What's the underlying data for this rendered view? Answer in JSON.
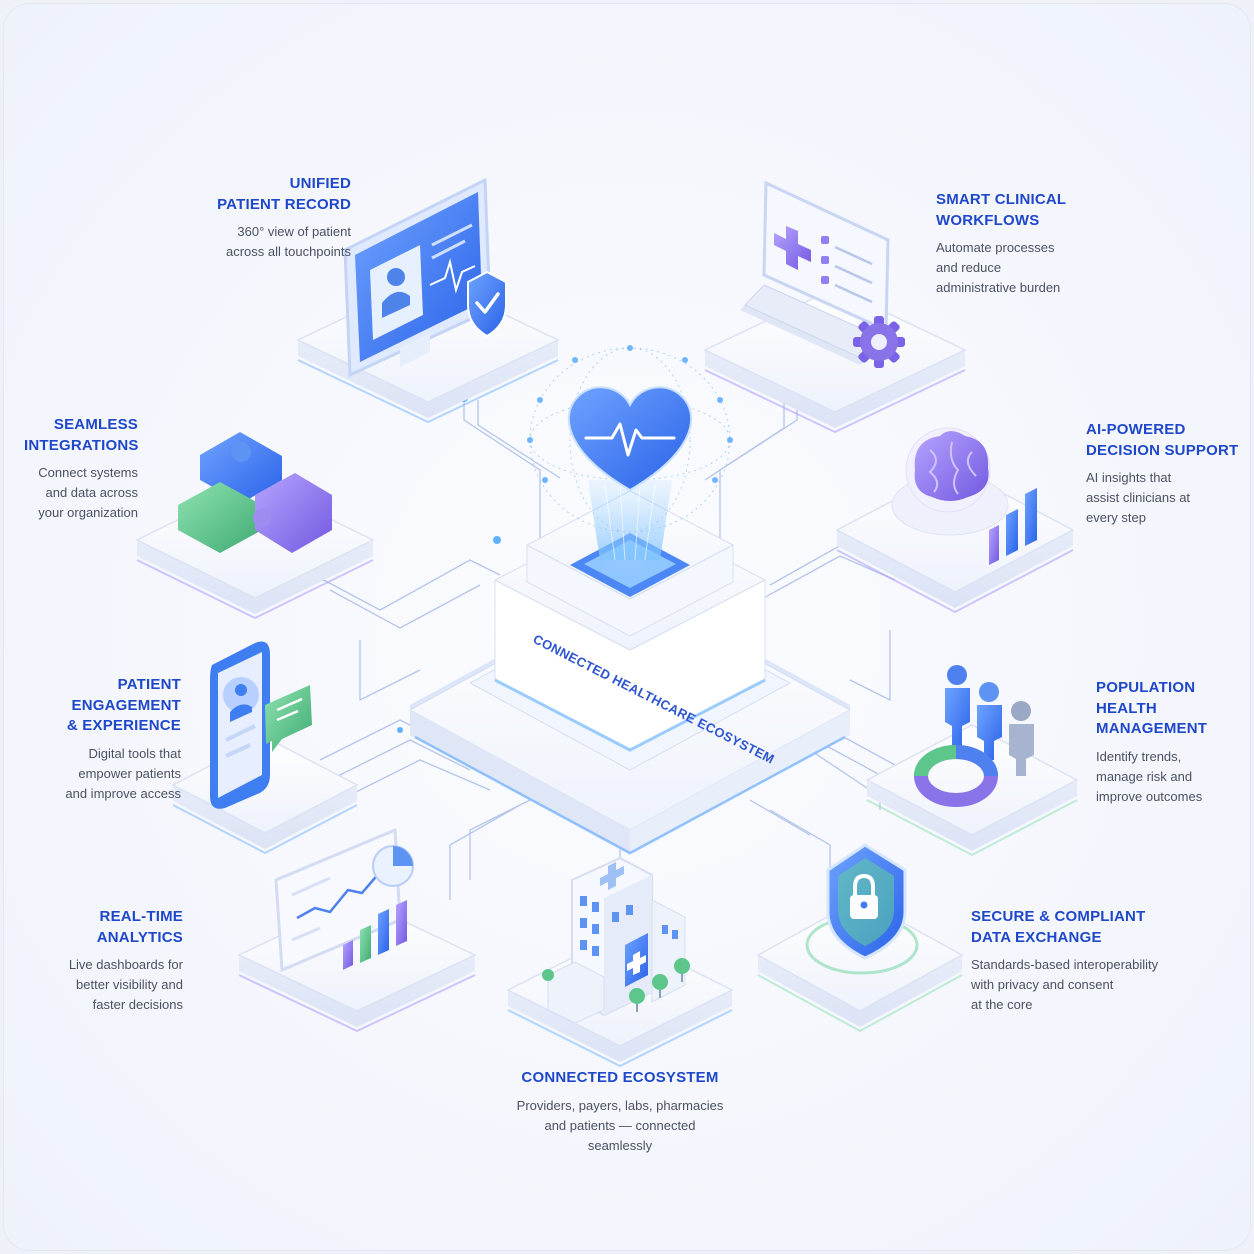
{
  "center": {
    "core_label": "CONNECTED HEALTHCARE ECOSYSTEM"
  },
  "nodes": {
    "unified_patient_record": {
      "title_l1": "UNIFIED",
      "title_l2": "PATIENT RECORD",
      "desc_l1": "360° view of patient",
      "desc_l2": "across all touchpoints"
    },
    "smart_clinical_workflows": {
      "title_l1": "SMART CLINICAL",
      "title_l2": "WORKFLOWS",
      "desc_l1": "Automate processes",
      "desc_l2": "and reduce",
      "desc_l3": "administrative burden"
    },
    "seamless_integrations": {
      "title_l1": "SEAMLESS",
      "title_l2": "INTEGRATIONS",
      "desc_l1": "Connect systems",
      "desc_l2": "and data across",
      "desc_l3": "your organization"
    },
    "ai_decision_support": {
      "title_l1": "AI-POWERED",
      "title_l2": "DECISION SUPPORT",
      "desc_l1": "AI insights that",
      "desc_l2": "assist clinicians at",
      "desc_l3": "every step"
    },
    "patient_engagement": {
      "title_l1": "PATIENT ENGAGEMENT",
      "title_l2": "& EXPERIENCE",
      "desc_l1": "Digital tools that",
      "desc_l2": "empower patients",
      "desc_l3": "and improve access"
    },
    "population_health": {
      "title_l1": "POPULATION",
      "title_l2": "HEALTH",
      "title_l3": "MANAGEMENT",
      "desc_l1": "Identify trends,",
      "desc_l2": "manage risk and",
      "desc_l3": "improve outcomes"
    },
    "real_time_analytics": {
      "title_l1": "REAL-TIME",
      "title_l2": "ANALYTICS",
      "desc_l1": "Live dashboards for",
      "desc_l2": "better visibility and",
      "desc_l3": "faster decisions"
    },
    "secure_data_exchange": {
      "title_l1": "SECURE & COMPLIANT",
      "title_l2": "DATA EXCHANGE",
      "desc_l1": "Standards-based interoperability",
      "desc_l2": "with privacy and consent",
      "desc_l3": "at the core"
    },
    "connected_ecosystem": {
      "title_l1": "CONNECTED ECOSYSTEM",
      "desc_l1": "Providers, payers, labs, pharmacies",
      "desc_l2": "and patients — connected",
      "desc_l3": "seamlessly"
    }
  },
  "colors": {
    "title_blue": "#1f47c9",
    "body_text": "#4a5161",
    "accent_blue": "#3b7cf0",
    "accent_purple": "#8a73e8",
    "accent_green": "#5cc68b",
    "platform_white": "#ffffff"
  },
  "icons": [
    "monitor-icon",
    "shield-check-icon",
    "laptop-icon",
    "medical-cross-icon",
    "gear-icon",
    "puzzle-icon",
    "brain-icon",
    "bar-chart-icon",
    "smartphone-icon",
    "chat-bubble-icon",
    "people-icon",
    "donut-chart-icon",
    "line-chart-icon",
    "lock-shield-icon",
    "hospital-icon",
    "heart-pulse-icon"
  ]
}
